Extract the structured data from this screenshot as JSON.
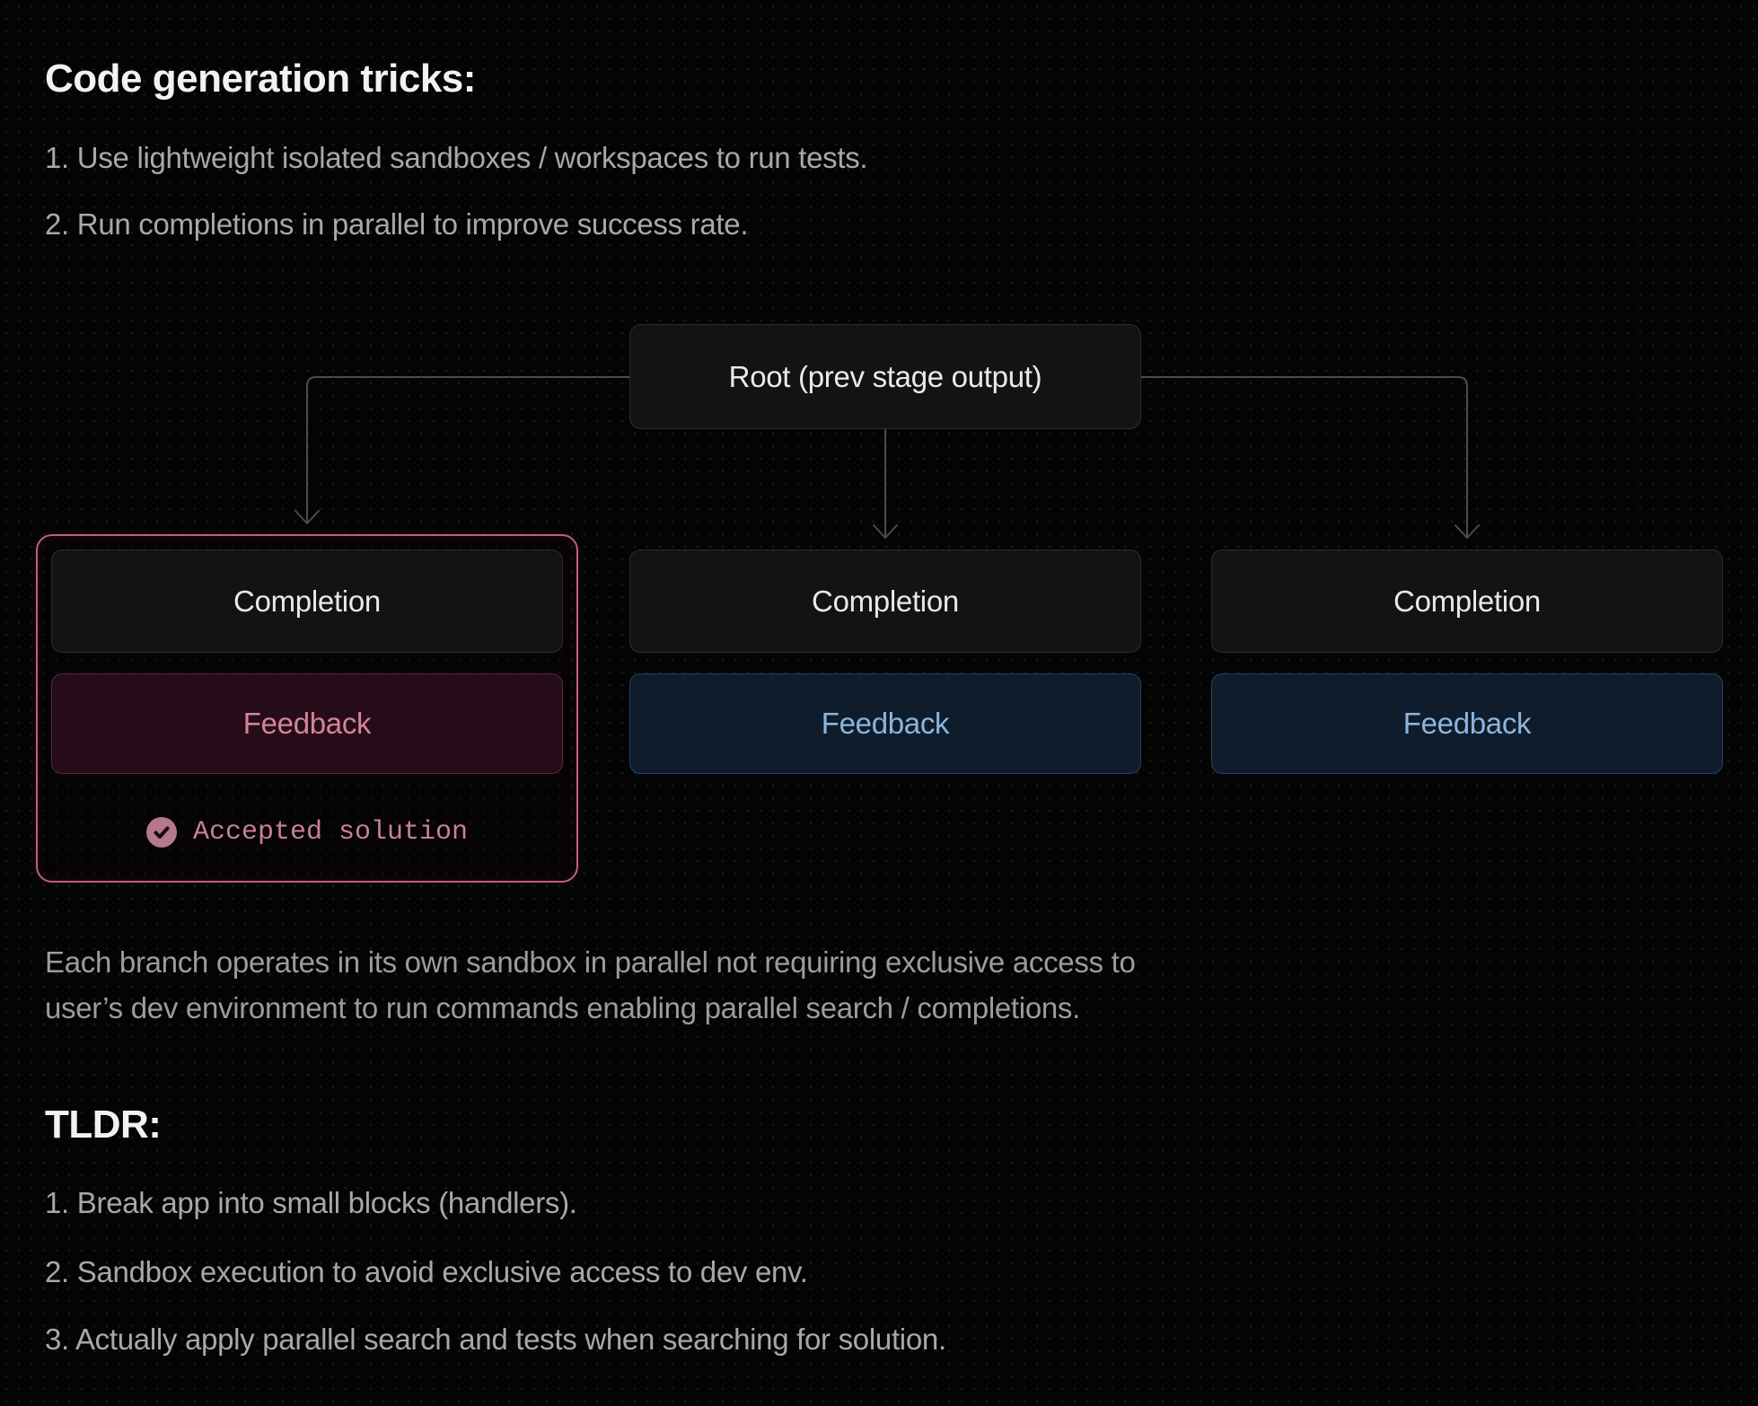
{
  "colors": {
    "background": "#040404",
    "dot_grid": "#161616",
    "accent_pink_border": "#c05e80",
    "pink_text": "#d2849b",
    "pink_fill": "#260c18",
    "blue_text": "#8cb5dd",
    "blue_fill": "#0f1c2b",
    "blue_border": "#27425f",
    "node_fill": "#131313",
    "node_border": "#2e2e2e",
    "connector": "#4c4c4c",
    "heading_text": "#f2f2f4",
    "body_text": "#a8a8ac"
  },
  "header": {
    "title": "Code generation tricks:"
  },
  "intro_list": {
    "items": [
      "1. Use lightweight isolated sandboxes / workspaces to run tests.",
      "2. Run completions in parallel to improve success rate."
    ]
  },
  "diagram": {
    "root": {
      "label": "Root (prev stage output)"
    },
    "branches": [
      {
        "completion_label": "Completion",
        "feedback_label": "Feedback",
        "highlighted": true,
        "accepted": {
          "label": "Accepted solution",
          "icon": "check-badge-icon"
        }
      },
      {
        "completion_label": "Completion",
        "feedback_label": "Feedback"
      },
      {
        "completion_label": "Completion",
        "feedback_label": "Feedback"
      }
    ]
  },
  "paragraph": {
    "lines": [
      "Each branch operates in its own sandbox in parallel not requiring exclusive access to",
      "user’s dev environment to run commands enabling parallel search / completions."
    ]
  },
  "tldr": {
    "title": "TLDR:",
    "items": [
      "1. Break app into small blocks (handlers).",
      "2. Sandbox execution to avoid exclusive access to dev env.",
      "3. Actually apply parallel search and tests when searching for solution."
    ]
  }
}
